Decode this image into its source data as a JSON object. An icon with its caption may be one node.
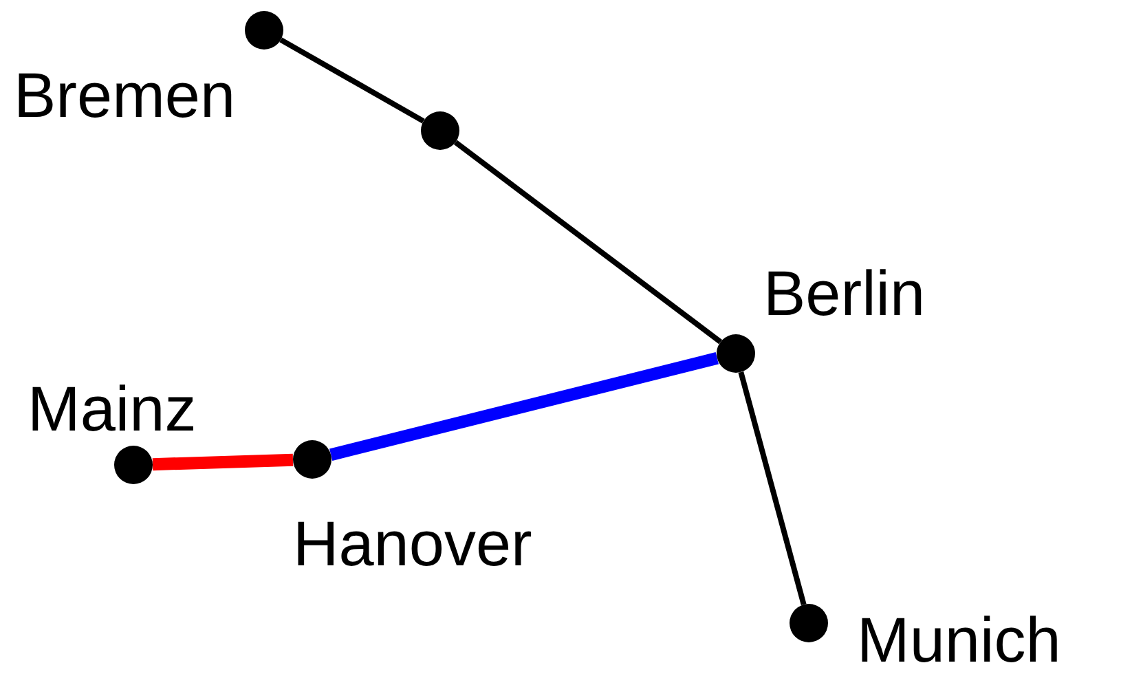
{
  "diagram": {
    "nodes": [
      {
        "text": [],
        "shape": "circle",
        "beside": [
          "Bremen"
        ]
      },
      {
        "text": [],
        "shape": "circle"
      },
      {
        "text": [],
        "shape": "circle",
        "beside": [
          "Berlin"
        ]
      },
      {
        "text": [],
        "shape": "circle",
        "beside": [
          "Mainz"
        ]
      },
      {
        "text": [],
        "shape": "circle",
        "beside": [
          "Hanover"
        ]
      },
      {
        "text": [],
        "shape": "circle",
        "beside": [
          "Munich"
        ]
      }
    ],
    "edges": [
      {
        "from": 0,
        "to": 1,
        "arrow": "none"
      },
      {
        "from": 1,
        "to": 2,
        "arrow": "none"
      },
      {
        "from": 2,
        "to": 5,
        "arrow": "none"
      },
      {
        "from": 2,
        "to": 4,
        "arrow": "none",
        "style": "thick",
        "color": "#0000ff"
      },
      {
        "from": 4,
        "to": 3,
        "arrow": "none",
        "style": "thick",
        "color": "#ff0000"
      }
    ]
  }
}
